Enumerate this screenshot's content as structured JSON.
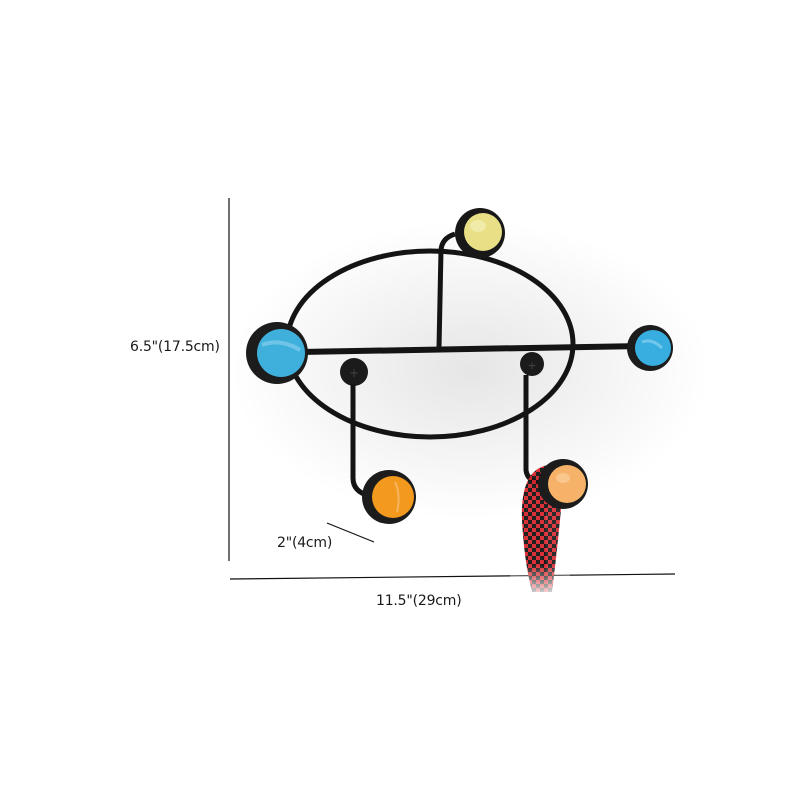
{
  "product": {
    "name": "wall-mounted coat hook rack with oval frame and colored round knobs",
    "frame_color": "#141414",
    "hooks": [
      {
        "position": "top",
        "color": "#e8df86"
      },
      {
        "position": "left",
        "color": "#3fb0dc"
      },
      {
        "position": "right",
        "color": "#37ade0"
      },
      {
        "position": "bottom-left",
        "color": "#f39a1e"
      },
      {
        "position": "bottom-right",
        "color": "#f6b268"
      }
    ],
    "accessory": {
      "type": "braided cord",
      "colors": [
        "#d8262e",
        "#111111"
      ]
    }
  },
  "dimensions": {
    "height": "6.5\"(17.5cm)",
    "depth": "2\"(4cm)",
    "width": "11.5\"(29cm)"
  }
}
